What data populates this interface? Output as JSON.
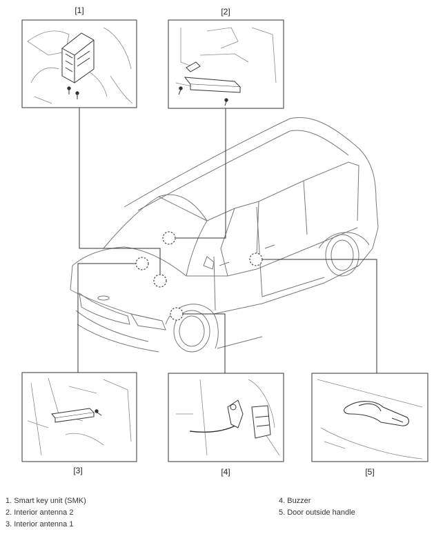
{
  "callouts": [
    "[1]",
    "[2]",
    "[3]",
    "[4]",
    "[5]"
  ],
  "legend": [
    "1. Smart key unit (SMK)",
    "2. Interior antenna 2",
    "3. Interior antenna 1",
    "4. Buzzer",
    "5. Door outside handle"
  ],
  "colors": {
    "line": "#333333",
    "detail": "#888888",
    "marker": "#444444"
  }
}
